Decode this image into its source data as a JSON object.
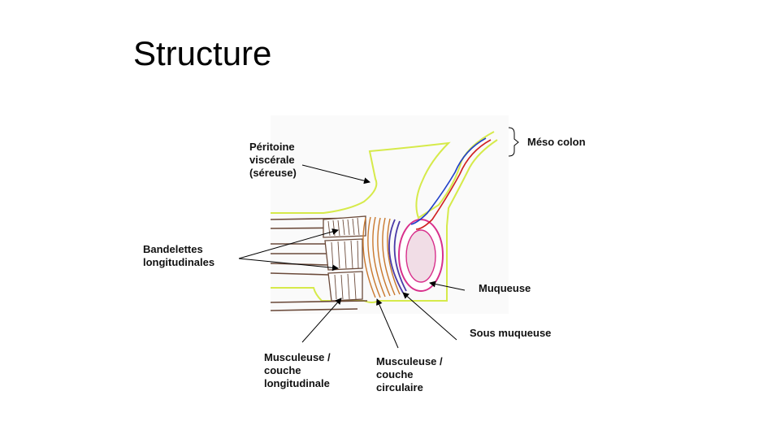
{
  "slide": {
    "title": "Structure"
  },
  "labels": {
    "meso_colon": "Méso colon",
    "peritoine": [
      "Péritoine",
      "viscérale",
      "(séreuse)"
    ],
    "bandelettes": [
      "Bandelettes",
      "longitudinales"
    ],
    "muqueuse": "Muqueuse",
    "sous_muqueuse": "Sous muqueuse",
    "musc_longitudinale": [
      "Musculeuse /",
      "couche",
      "longitudinale"
    ],
    "musc_circulaire": [
      "Musculeuse /",
      "couche",
      "circulaire"
    ]
  },
  "colors": {
    "peritoneum": "#d6ea4a",
    "longitudinal_muscle": "#6b4a3a",
    "circular_muscle": "#c9782e",
    "submucosa": "#4a3aa8",
    "mucosa": "#d8308c",
    "mucosa_fill": "#f1dde6",
    "artery": "#d02020",
    "vein": "#2040c8",
    "arrow": "#000000"
  }
}
